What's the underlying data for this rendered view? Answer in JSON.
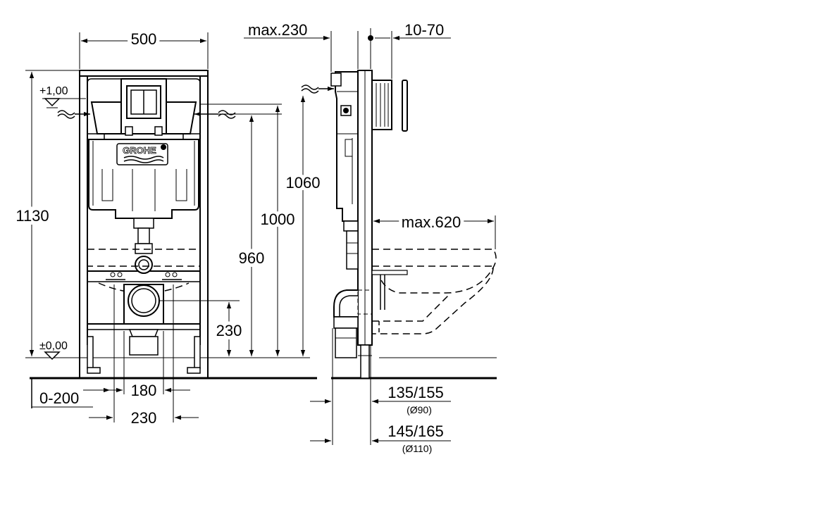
{
  "brand": "GROHE",
  "front_view": {
    "width_dim": "500",
    "height_dim": "1130",
    "level_top": "+1,00",
    "level_bottom": "±0,00",
    "dim_0_200": "0-200",
    "dim_180": "180",
    "dim_230_bottom": "230",
    "dim_230_side": "230",
    "dim_960": "960",
    "dim_1000": "1000",
    "dim_1060": "1060"
  },
  "side_view": {
    "dim_max230": "max.230",
    "dim_10_70": "10-70",
    "dim_max620": "max.620",
    "dim_135_155": "135/155",
    "dim_d90": "(Ø90)",
    "dim_145_165": "145/165",
    "dim_d110": "(Ø110)"
  }
}
